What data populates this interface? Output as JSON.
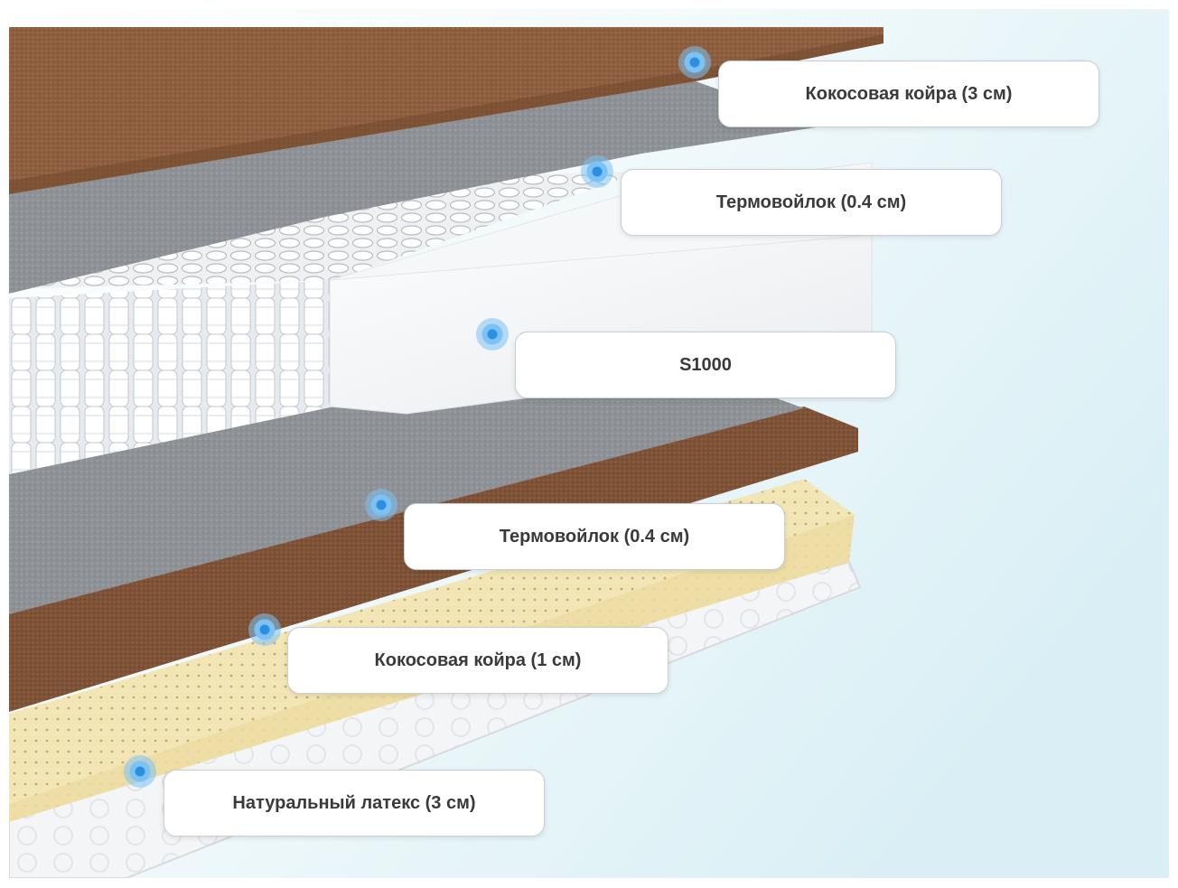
{
  "layers": [
    {
      "id": "coir-top",
      "label": "Кокосовая койра (3 см)",
      "color": "#8a5a3c"
    },
    {
      "id": "felt-top",
      "label": "Термовойлок (0.4 см)",
      "color": "#8c8f93"
    },
    {
      "id": "springs",
      "label": "S1000",
      "color": "#f1f3f5"
    },
    {
      "id": "felt-bottom",
      "label": "Термовойлок (0.4 см)",
      "color": "#8c8f93"
    },
    {
      "id": "coir-bottom",
      "label": "Кокосовая койра (1 см)",
      "color": "#7b4f33"
    },
    {
      "id": "latex",
      "label": "Натуральный латекс (3 см)",
      "color": "#f3e6b6"
    }
  ],
  "colors": {
    "background_gradient": [
      "#ffffff",
      "#dff1f6"
    ],
    "marker": "#4aa9ec",
    "callout_border": "#c9ced3",
    "callout_text": "#3a3a3a"
  }
}
